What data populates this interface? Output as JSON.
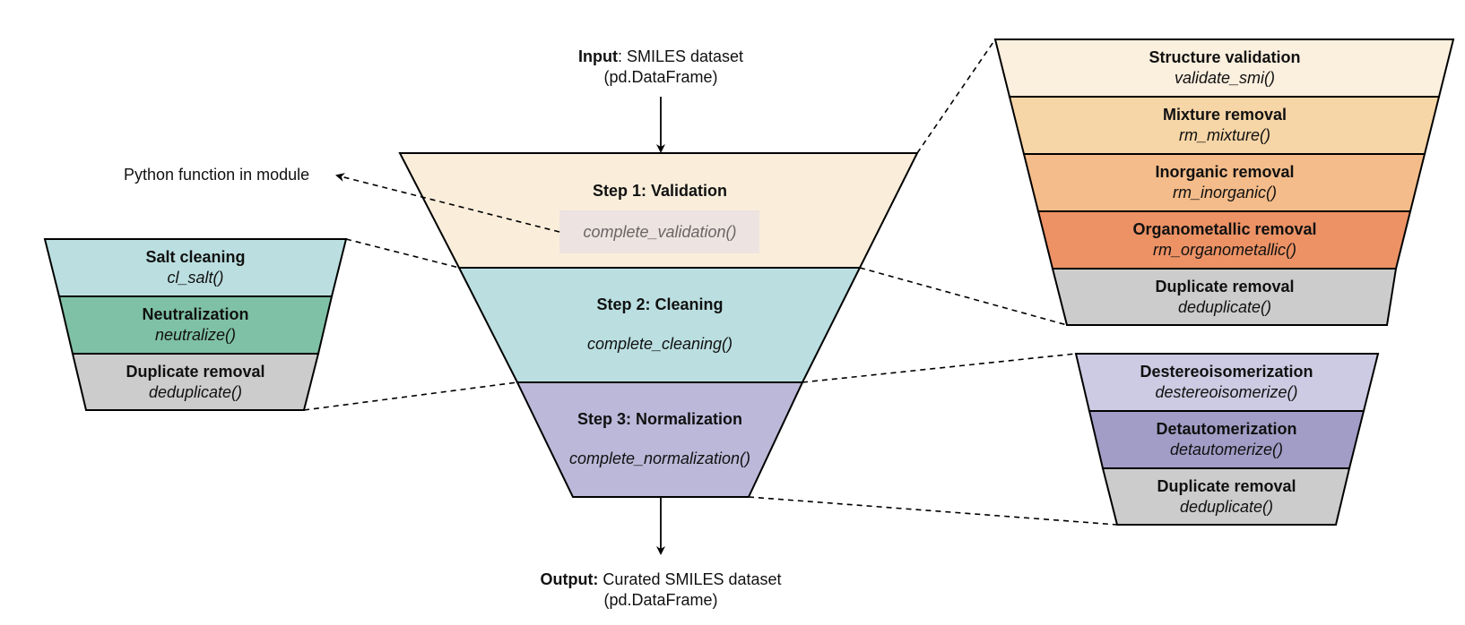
{
  "input": {
    "bold": "Input",
    "text": ": SMILES dataset",
    "sub": "(pd.DataFrame)"
  },
  "output": {
    "bold": "Output:",
    "text": " Curated SMILES dataset",
    "sub": "(pd.DataFrame)"
  },
  "legend_note": "Python function in module",
  "main_funnel": {
    "steps": [
      {
        "title": "Step 1: Validation",
        "function": "complete_validation()",
        "color": "#FAEEDB",
        "highlighted": true
      },
      {
        "title": "Step 2: Cleaning",
        "function": "complete_cleaning()",
        "color": "#BBDFE1"
      },
      {
        "title": "Step 3: Normalization",
        "function": "complete_normalization()",
        "color": "#BBB8D9"
      }
    ],
    "highlight_color": "#EDE3E0"
  },
  "validation_funnel": {
    "items": [
      {
        "title": "Structure validation",
        "function": "validate_smi()",
        "color": "#FBEFDE"
      },
      {
        "title": "Mixture removal",
        "function": "rm_mixture()",
        "color": "#F6D5A6"
      },
      {
        "title": "Inorganic removal",
        "function": "rm_inorganic()",
        "color": "#F4BC8A"
      },
      {
        "title": "Organometallic removal",
        "function": "rm_organometallic()",
        "color": "#EC9265"
      },
      {
        "title": "Duplicate removal",
        "function": "deduplicate()",
        "color": "#CCCCCC"
      }
    ]
  },
  "cleaning_funnel": {
    "items": [
      {
        "title": "Salt cleaning",
        "function": "cl_salt()",
        "color": "#BBDFE1"
      },
      {
        "title": "Neutralization",
        "function": "neutralize()",
        "color": "#7FC1A6"
      },
      {
        "title": "Duplicate removal",
        "function": "deduplicate()",
        "color": "#CCCCCC"
      }
    ]
  },
  "normalization_funnel": {
    "items": [
      {
        "title": "Destereoisomerization",
        "function": "destereoisomerize()",
        "color": "#CCCBE3"
      },
      {
        "title": "Detautomerization",
        "function": "detautomerize()",
        "color": "#A19DC6"
      },
      {
        "title": "Duplicate removal",
        "function": "deduplicate()",
        "color": "#CCCCCC"
      }
    ]
  }
}
